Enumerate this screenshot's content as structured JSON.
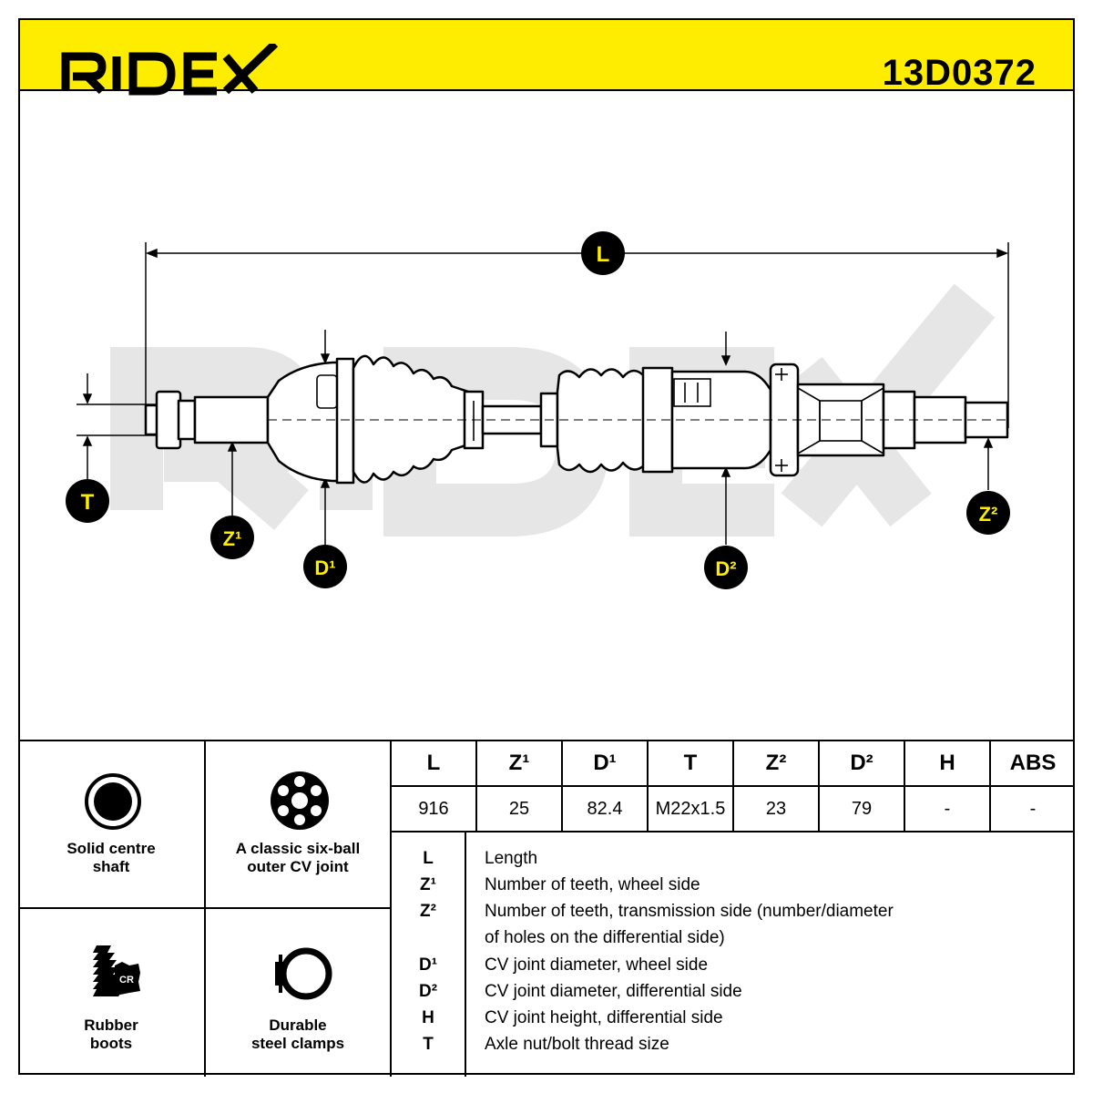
{
  "header": {
    "brand": "RIDEX",
    "part_number": "13D0372",
    "brand_color": "#000000",
    "background_color": "#ffed00"
  },
  "diagram": {
    "watermark": "RIDEX",
    "markers": {
      "L": "L",
      "T": "T",
      "Z1": "Z¹",
      "D1": "D¹",
      "D2": "D²",
      "Z2": "Z²"
    }
  },
  "features": [
    {
      "label": "Solid centre\nshaft",
      "icon": "solid-shaft-icon"
    },
    {
      "label": "A classic six-ball\nouter CV joint",
      "icon": "six-ball-joint-icon"
    },
    {
      "label": "Rubber\nboots",
      "icon": "rubber-boot-icon",
      "badge": "CR"
    },
    {
      "label": "Durable\nsteel clamps",
      "icon": "steel-clamp-icon"
    }
  ],
  "spec_table": {
    "headers": [
      "L",
      "Z¹",
      "D¹",
      "T",
      "Z²",
      "D²",
      "H",
      "ABS"
    ],
    "values": [
      "916",
      "25",
      "82.4",
      "M22x1.5",
      "23",
      "79",
      "-",
      "-"
    ]
  },
  "legend": [
    {
      "key": "L",
      "desc": "Length"
    },
    {
      "key": "Z¹",
      "desc": "Number of teeth, wheel side"
    },
    {
      "key": "Z²",
      "desc": "Number of teeth, transmission side (number/diameter"
    },
    {
      "key": "",
      "desc": "of holes on the differential side)"
    },
    {
      "key": "D¹",
      "desc": "CV joint diameter, wheel side"
    },
    {
      "key": "D²",
      "desc": "CV joint diameter, differential side"
    },
    {
      "key": "H",
      "desc": "CV joint height, differential side"
    },
    {
      "key": "T",
      "desc": "Axle nut/bolt thread size"
    }
  ]
}
